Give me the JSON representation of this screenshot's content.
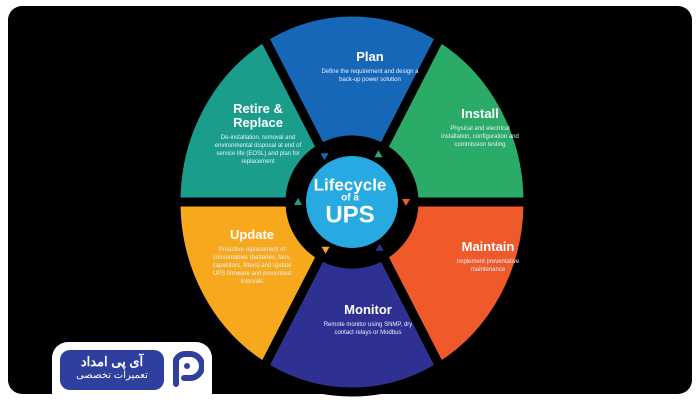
{
  "center": {
    "line1": "Lifecycle",
    "line2": "of a",
    "line3": "UPS"
  },
  "stages": [
    {
      "title": "Plan",
      "desc": "Define the requirement and design a back-up power solution",
      "color": "#1667b8"
    },
    {
      "title": "Install",
      "desc": "Physical and electrical installation, configuration and commission testing",
      "color": "#2bab68"
    },
    {
      "title": "Maintain",
      "desc": "Implement preventative maintenance",
      "color": "#f0592a"
    },
    {
      "title": "Monitor",
      "desc": "Remote monitor using SNMP, dry contact relays or Modbus",
      "color": "#2e3192"
    },
    {
      "title": "Update",
      "desc": "Proactive replacement of consumables (batteries, fans, capacitors, filters) and update UPS firmware and prescribed intervals",
      "color": "#f7a81c"
    },
    {
      "title": "Retire & Replace",
      "desc": "De-installation, removal and environmental disposal at end of service life (EOSL) and plan for replacement",
      "color": "#1b9d8c"
    }
  ],
  "center_color": "#27a9e1",
  "logo": {
    "name": "آی پی امداد",
    "tagline": "تعمیرات تخصصی"
  }
}
